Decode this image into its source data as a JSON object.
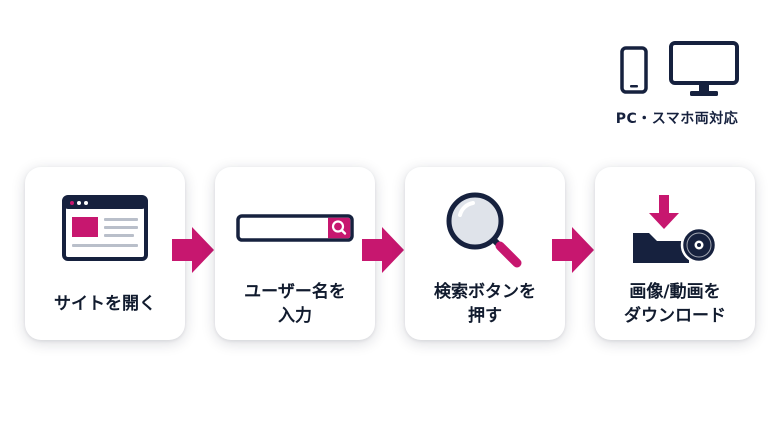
{
  "header": {
    "device_label": "PC・スマホ両対応",
    "icons": [
      "smartphone-icon",
      "desktop-monitor-icon"
    ]
  },
  "steps": [
    {
      "label": "サイトを開く",
      "icon": "browser-window-icon"
    },
    {
      "label": "ユーザー名を\n入力",
      "icon": "search-bar-icon"
    },
    {
      "label": "検索ボタンを\n押す",
      "icon": "magnifier-icon"
    },
    {
      "label": "画像/動画を\nダウンロード",
      "icon": "download-disc-icon"
    }
  ],
  "colors": {
    "navy": "#16213e",
    "accent": "#c7176f",
    "card_bg": "#ffffff"
  }
}
